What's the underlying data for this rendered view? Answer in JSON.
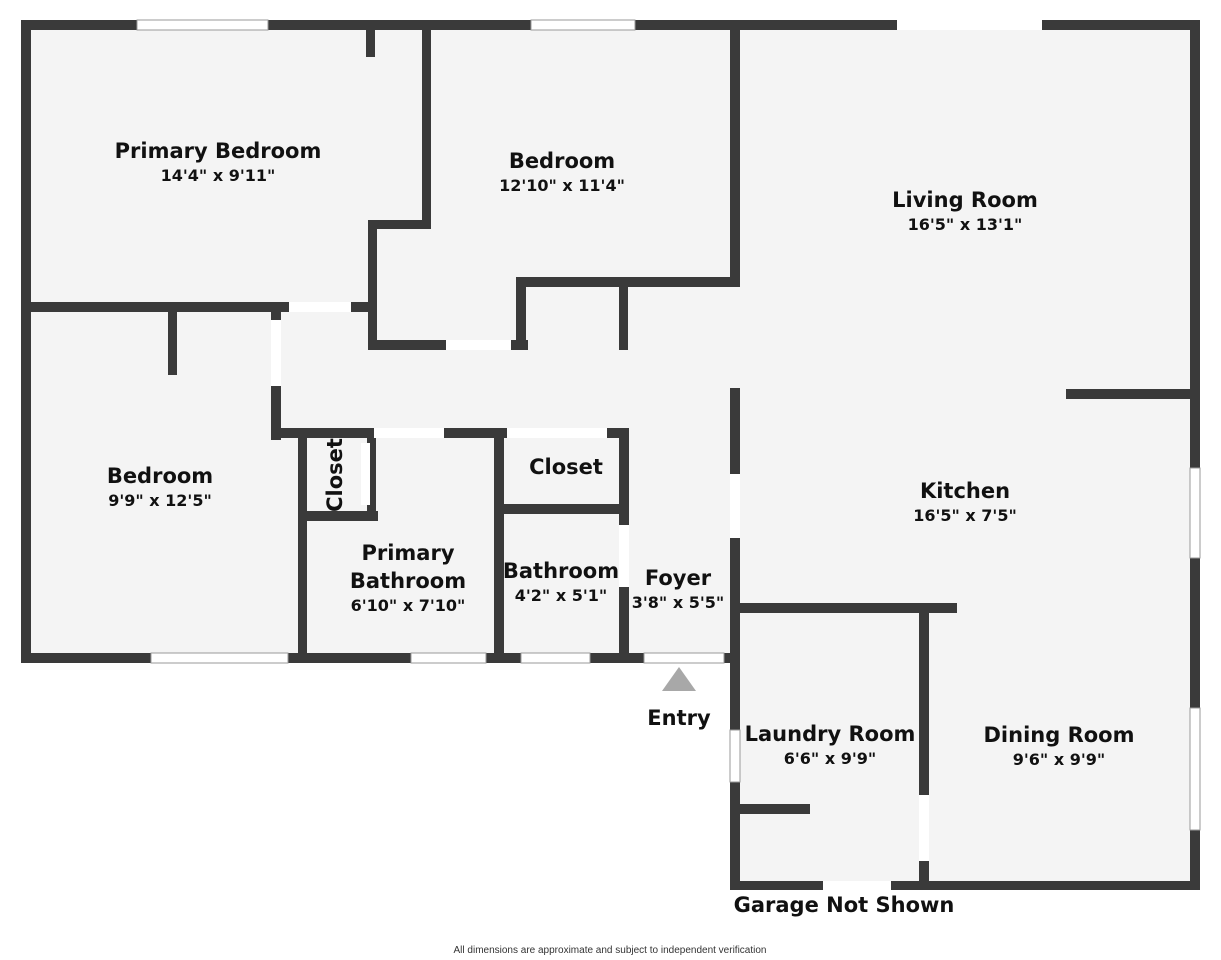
{
  "colors": {
    "wall": "#3a3a3a",
    "floor": "#f4f4f4",
    "window": "#ffffff",
    "entry_arrow": "#a8a8a8",
    "text": "#111111"
  },
  "rooms": {
    "primary_bedroom": {
      "name": "Primary Bedroom",
      "dims": "14'4\" x 9'11\""
    },
    "bedroom_top": {
      "name": "Bedroom",
      "dims": "12'10\" x 11'4\""
    },
    "living_room": {
      "name": "Living Room",
      "dims": "16'5\" x 13'1\""
    },
    "bedroom_left": {
      "name": "Bedroom",
      "dims": "9'9\" x 12'5\""
    },
    "closet_vertical": {
      "name": "Closet"
    },
    "closet_center": {
      "name": "Closet"
    },
    "primary_bathroom": {
      "name_line1": "Primary",
      "name_line2": "Bathroom",
      "dims": "6'10\" x 7'10\""
    },
    "bathroom": {
      "name": "Bathroom",
      "dims": "4'2\" x 5'1\""
    },
    "foyer": {
      "name": "Foyer",
      "dims": "3'8\" x 5'5\""
    },
    "kitchen": {
      "name": "Kitchen",
      "dims": "16'5\" x 7'5\""
    },
    "laundry_room": {
      "name": "Laundry Room",
      "dims": "6'6\" x 9'9\""
    },
    "dining_room": {
      "name": "Dining Room",
      "dims": "9'6\" x 9'9\""
    }
  },
  "labels": {
    "entry": "Entry",
    "garage": "Garage Not Shown",
    "disclaimer": "All dimensions are approximate and subject to independent verification"
  }
}
